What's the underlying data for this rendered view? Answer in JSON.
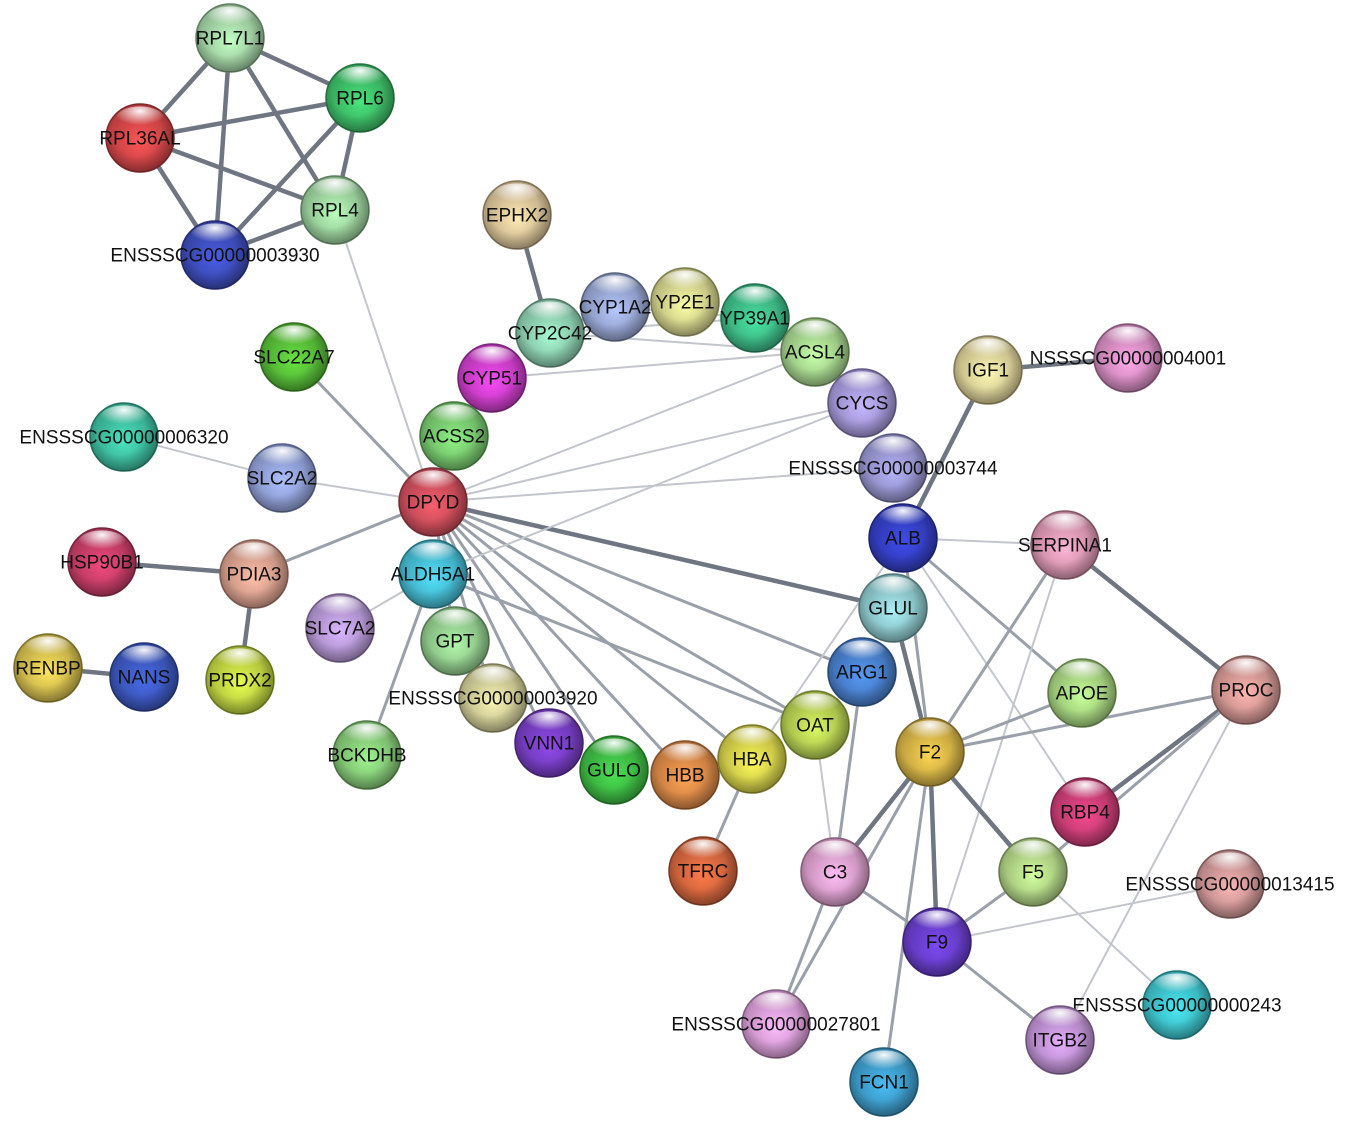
{
  "network": {
    "nodes": [
      {
        "id": "RPL7L1",
        "label": "RPL7L1",
        "color": "#a6d8a8"
      },
      {
        "id": "RPL6",
        "label": "RPL6",
        "color": "#3fc26a"
      },
      {
        "id": "RPL36AL",
        "label": "RPL36AL",
        "color": "#d9484a"
      },
      {
        "id": "RPL4",
        "label": "RPL4",
        "color": "#9fd6a0"
      },
      {
        "id": "ENSSSCG00000003930",
        "label": "ENSSSCG00000003930",
        "color": "#3f4fc0"
      },
      {
        "id": "EPHX2",
        "label": "EPHX2",
        "color": "#e1c79b"
      },
      {
        "id": "CYP1A2",
        "label": "CYP1A2",
        "color": "#9aa9d6"
      },
      {
        "id": "CYP2E1",
        "label": "YP2E1",
        "color": "#d7d88e"
      },
      {
        "id": "CYP39A1",
        "label": "YP39A1",
        "color": "#3fc08a"
      },
      {
        "id": "CYP2C42",
        "label": "CYP2C42",
        "color": "#8fd3b3"
      },
      {
        "id": "ACSL4",
        "label": "ACSL4",
        "color": "#a8d890"
      },
      {
        "id": "SLC22A7",
        "label": "SLC22A7",
        "color": "#58c039"
      },
      {
        "id": "CYP51",
        "label": "CYP51",
        "color": "#d23fd0"
      },
      {
        "id": "IGF1",
        "label": "IGF1",
        "color": "#e1d49a"
      },
      {
        "id": "ENSSSCG00000004001",
        "label": "NSSSCG00000004001",
        "color": "#dc8fc6"
      },
      {
        "id": "CYCS",
        "label": "CYCS",
        "color": "#a89be0"
      },
      {
        "id": "ENSSSCG00000006320",
        "label": "ENSSSCG00000006320",
        "color": "#3fc2a3"
      },
      {
        "id": "ACSS2",
        "label": "ACSS2",
        "color": "#7acd71"
      },
      {
        "id": "ENSSSCG00000003744",
        "label": "ENSSSCG00000003744",
        "color": "#9a98d4"
      },
      {
        "id": "SLC2A2",
        "label": "SLC2A2",
        "color": "#93a3dc"
      },
      {
        "id": "DPYD",
        "label": "DPYD",
        "color": "#d2505d"
      },
      {
        "id": "ALB",
        "label": "ALB",
        "color": "#3540c8"
      },
      {
        "id": "SERPINA1",
        "label": "SERPINA1",
        "color": "#e59ab6"
      },
      {
        "id": "HSP90B1",
        "label": "HSP90B1",
        "color": "#cc3f6a"
      },
      {
        "id": "PDIA3",
        "label": "PDIA3",
        "color": "#e0a391"
      },
      {
        "id": "ALDH5A1",
        "label": "ALDH5A1",
        "color": "#47bfd6"
      },
      {
        "id": "GLUL",
        "label": "GLUL",
        "color": "#8fcbd0"
      },
      {
        "id": "SLC7A2",
        "label": "SLC7A2",
        "color": "#b99ad9"
      },
      {
        "id": "GPT",
        "label": "GPT",
        "color": "#96d191"
      },
      {
        "id": "ARG1",
        "label": "ARG1",
        "color": "#4a82d0"
      },
      {
        "id": "RENBP",
        "label": "RENBP",
        "color": "#d8c250"
      },
      {
        "id": "NANS",
        "label": "NANS",
        "color": "#3e5ac4"
      },
      {
        "id": "PRDX2",
        "label": "PRDX2",
        "color": "#c3d843"
      },
      {
        "id": "APOE",
        "label": "APOE",
        "color": "#a9d882"
      },
      {
        "id": "PROC",
        "label": "PROC",
        "color": "#d79a96"
      },
      {
        "id": "ENSSSCG00000003920",
        "label": "ENSSSCG00000003920",
        "color": "#d3d09a"
      },
      {
        "id": "OAT",
        "label": "OAT",
        "color": "#b9d253"
      },
      {
        "id": "VNN1",
        "label": "VNN1",
        "color": "#7a3fc8"
      },
      {
        "id": "F2",
        "label": "F2",
        "color": "#d7b546"
      },
      {
        "id": "BCKDHB",
        "label": "BCKDHB",
        "color": "#88cf7a"
      },
      {
        "id": "GULO",
        "label": "GULO",
        "color": "#3fbf45"
      },
      {
        "id": "HBB",
        "label": "HBB",
        "color": "#e08a48"
      },
      {
        "id": "HBA",
        "label": "HBA",
        "color": "#d8d44c"
      },
      {
        "id": "RBP4",
        "label": "RBP4",
        "color": "#cf3f78"
      },
      {
        "id": "TFRC",
        "label": "TFRC",
        "color": "#d9683f"
      },
      {
        "id": "C3",
        "label": "C3",
        "color": "#e3a1d0"
      },
      {
        "id": "F5",
        "label": "F5",
        "color": "#b4d888"
      },
      {
        "id": "ENSSSCG00000013415",
        "label": "ENSSSCG00000013415",
        "color": "#d49a9a"
      },
      {
        "id": "F9",
        "label": "F9",
        "color": "#6a3fd0"
      },
      {
        "id": "ENSSSCG00000000243",
        "label": "ENSSSCG00000000243",
        "color": "#3fc6cf"
      },
      {
        "id": "ENSSSCG00000027801",
        "label": "ENSSSCG00000027801",
        "color": "#e0a0dc"
      },
      {
        "id": "ITGB2",
        "label": "ITGB2",
        "color": "#c394d8"
      },
      {
        "id": "FCN1",
        "label": "FCN1",
        "color": "#3f9fcf"
      }
    ],
    "edges": [
      {
        "s": "RPL7L1",
        "t": "RPL6",
        "w": 4
      },
      {
        "s": "RPL7L1",
        "t": "RPL36AL",
        "w": 4
      },
      {
        "s": "RPL7L1",
        "t": "RPL4",
        "w": 4
      },
      {
        "s": "RPL7L1",
        "t": "ENSSSCG00000003930",
        "w": 4
      },
      {
        "s": "RPL36AL",
        "t": "RPL6",
        "w": 4
      },
      {
        "s": "RPL36AL",
        "t": "RPL4",
        "w": 4
      },
      {
        "s": "RPL36AL",
        "t": "ENSSSCG00000003930",
        "w": 4
      },
      {
        "s": "RPL6",
        "t": "RPL4",
        "w": 4
      },
      {
        "s": "RPL6",
        "t": "ENSSSCG00000003930",
        "w": 4
      },
      {
        "s": "RPL4",
        "t": "ENSSSCG00000003930",
        "w": 4
      },
      {
        "s": "RPL4",
        "t": "DPYD",
        "w": 2
      },
      {
        "s": "EPHX2",
        "t": "CYP2C42",
        "w": 4
      },
      {
        "s": "CYP2C42",
        "t": "CYP1A2",
        "w": 2
      },
      {
        "s": "CYP2C42",
        "t": "CYP39A1",
        "w": 2
      },
      {
        "s": "CYP2C42",
        "t": "ACSL4",
        "w": 2
      },
      {
        "s": "CYP1A2",
        "t": "CYP39A1",
        "w": 2
      },
      {
        "s": "CYP51",
        "t": "ACSL4",
        "w": 2
      },
      {
        "s": "SLC22A7",
        "t": "DPYD",
        "w": 3
      },
      {
        "s": "ENSSSCG00000006320",
        "t": "SLC2A2",
        "w": 2
      },
      {
        "s": "SLC2A2",
        "t": "DPYD",
        "w": 2
      },
      {
        "s": "PDIA3",
        "t": "DPYD",
        "w": 3
      },
      {
        "s": "HSP90B1",
        "t": "PDIA3",
        "w": 4
      },
      {
        "s": "PDIA3",
        "t": "PRDX2",
        "w": 4
      },
      {
        "s": "RENBP",
        "t": "NANS",
        "w": 4
      },
      {
        "s": "DPYD",
        "t": "CYCS",
        "w": 2
      },
      {
        "s": "DPYD",
        "t": "ENSSSCG00000003744",
        "w": 2
      },
      {
        "s": "DPYD",
        "t": "GLUL",
        "w": 4
      },
      {
        "s": "DPYD",
        "t": "ARG1",
        "w": 3
      },
      {
        "s": "DPYD",
        "t": "OAT",
        "w": 3
      },
      {
        "s": "DPYD",
        "t": "HBA",
        "w": 3
      },
      {
        "s": "DPYD",
        "t": "HBB",
        "w": 3
      },
      {
        "s": "DPYD",
        "t": "GULO",
        "w": 3
      },
      {
        "s": "DPYD",
        "t": "VNN1",
        "w": 3
      },
      {
        "s": "DPYD",
        "t": "ENSSSCG00000003920",
        "w": 3
      },
      {
        "s": "DPYD",
        "t": "GPT",
        "w": 3
      },
      {
        "s": "DPYD",
        "t": "ACSL4",
        "w": 2
      },
      {
        "s": "ALDH5A1",
        "t": "CYCS",
        "w": 2
      },
      {
        "s": "ALDH5A1",
        "t": "OAT",
        "w": 3
      },
      {
        "s": "ALDH5A1",
        "t": "BCKDHB",
        "w": 3
      },
      {
        "s": "SLC7A2",
        "t": "ALDH5A1",
        "w": 2
      },
      {
        "s": "IGF1",
        "t": "ENSSSCG00000004001",
        "w": 4
      },
      {
        "s": "IGF1",
        "t": "ALB",
        "w": 4
      },
      {
        "s": "ALB",
        "t": "SERPINA1",
        "w": 2
      },
      {
        "s": "ALB",
        "t": "APOE",
        "w": 3
      },
      {
        "s": "ALB",
        "t": "RBP4",
        "w": 2
      },
      {
        "s": "ALB",
        "t": "F2",
        "w": 3
      },
      {
        "s": "ALB",
        "t": "HBA",
        "w": 2
      },
      {
        "s": "GLUL",
        "t": "F2",
        "w": 4
      },
      {
        "s": "ARG1",
        "t": "C3",
        "w": 3
      },
      {
        "s": "OAT",
        "t": "C3",
        "w": 2
      },
      {
        "s": "HBA",
        "t": "TFRC",
        "w": 3
      },
      {
        "s": "SERPINA1",
        "t": "PROC",
        "w": 4
      },
      {
        "s": "SERPINA1",
        "t": "F2",
        "w": 3
      },
      {
        "s": "SERPINA1",
        "t": "F9",
        "w": 2
      },
      {
        "s": "F2",
        "t": "APOE",
        "w": 3
      },
      {
        "s": "F2",
        "t": "PROC",
        "w": 3
      },
      {
        "s": "F2",
        "t": "F5",
        "w": 4
      },
      {
        "s": "F2",
        "t": "C3",
        "w": 4
      },
      {
        "s": "F2",
        "t": "F9",
        "w": 4
      },
      {
        "s": "F2",
        "t": "FCN1",
        "w": 3
      },
      {
        "s": "F2",
        "t": "ENSSSCG00000027801",
        "w": 3
      },
      {
        "s": "PROC",
        "t": "RBP4",
        "w": 4
      },
      {
        "s": "PROC",
        "t": "F5",
        "w": 3
      },
      {
        "s": "PROC",
        "t": "ITGB2",
        "w": 2
      },
      {
        "s": "F5",
        "t": "F9",
        "w": 3
      },
      {
        "s": "F5",
        "t": "ENSSSCG00000000243",
        "w": 2
      },
      {
        "s": "C3",
        "t": "F9",
        "w": 3
      },
      {
        "s": "C3",
        "t": "ENSSSCG00000027801",
        "w": 3
      },
      {
        "s": "F9",
        "t": "ENSSSCG00000013415",
        "w": 2
      },
      {
        "s": "F9",
        "t": "ITGB2",
        "w": 3
      }
    ]
  }
}
